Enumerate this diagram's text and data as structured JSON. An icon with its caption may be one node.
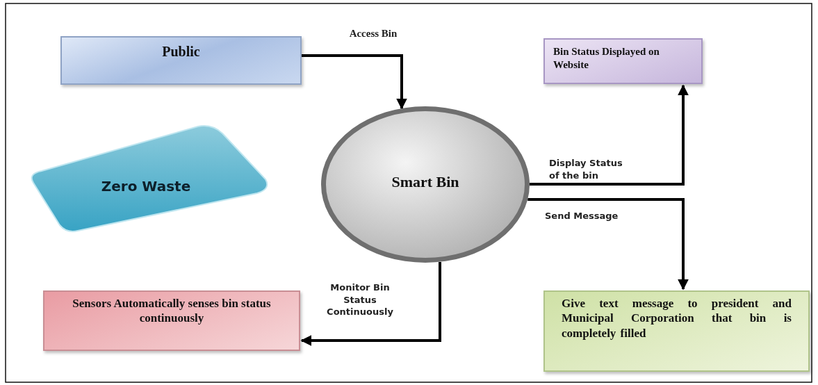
{
  "diagram": {
    "nodes": [
      {
        "text": [
          "Public"
        ]
      },
      {
        "text": [
          "Bin Status Displayed on Website"
        ]
      },
      {
        "text": [
          "Zero Waste"
        ]
      },
      {
        "text": [
          "Smart Bin"
        ]
      },
      {
        "text": [
          "Sensors Automatically senses bin status continuously"
        ]
      },
      {
        "text": [
          "Give text message to president and Municipal Corporation that bin is completely filled"
        ]
      }
    ],
    "edges": [
      {
        "from": 0,
        "to": 3,
        "arrow": "to",
        "label": "Access Bin"
      },
      {
        "from": 3,
        "to": 1,
        "arrow": "to",
        "label": "Display Status of the bin"
      },
      {
        "from": 3,
        "to": 5,
        "arrow": "to",
        "label": "Send Message"
      },
      {
        "from": 3,
        "to": 4,
        "arrow": "to",
        "label": "Monitor Bin Status Continuously"
      }
    ]
  }
}
